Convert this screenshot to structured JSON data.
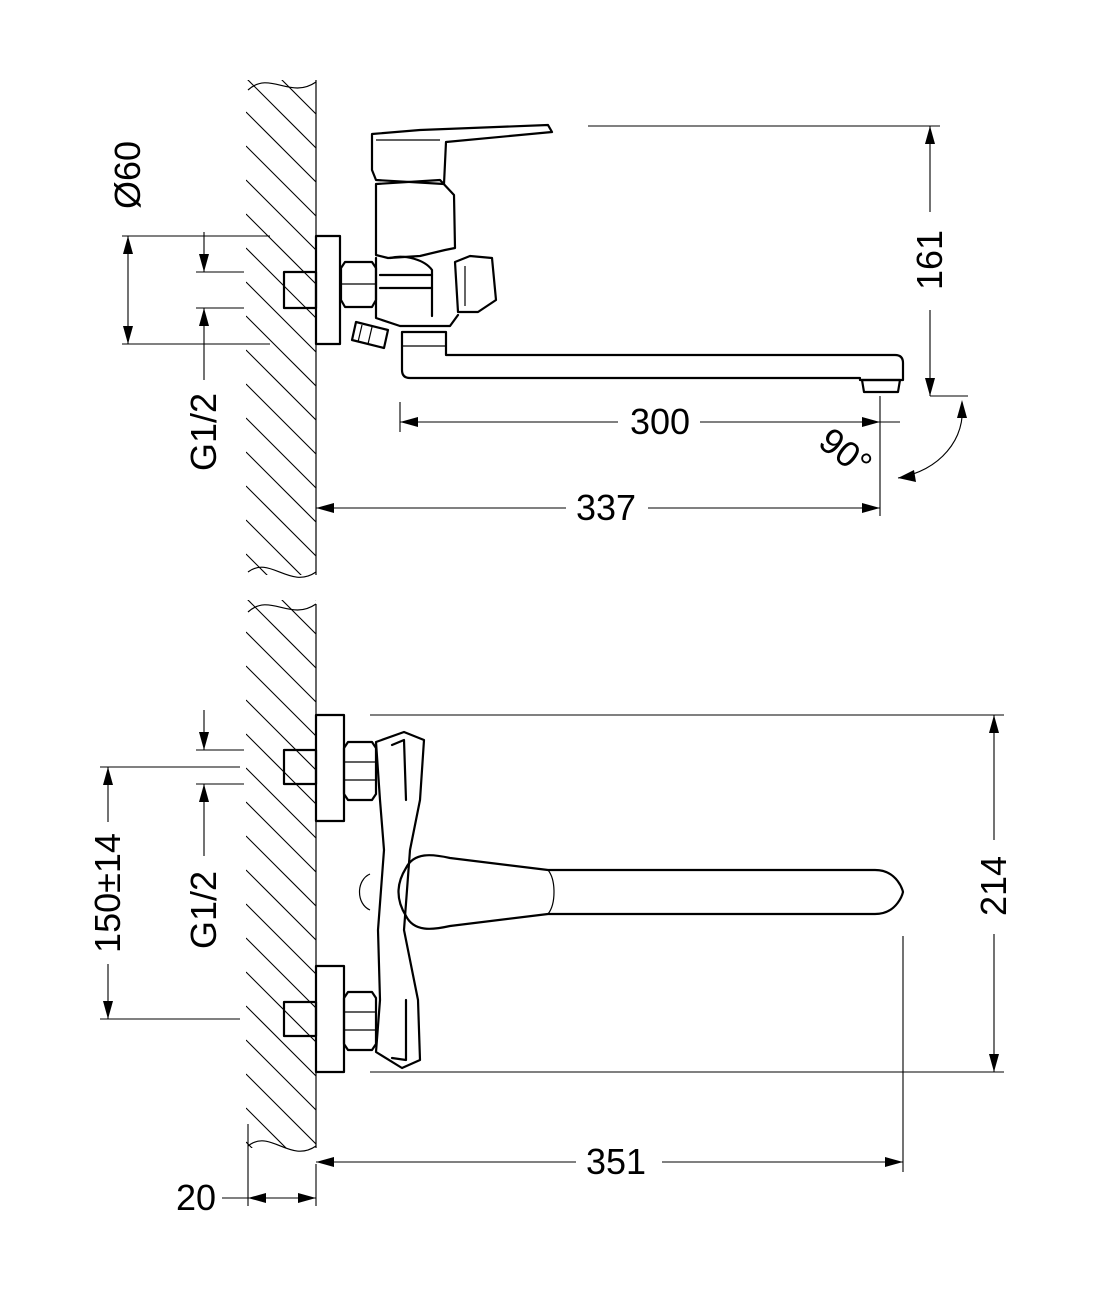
{
  "top_view": {
    "dimensions": {
      "diameter": "Ø60",
      "thread": "G1/2",
      "height": "161",
      "spout_reach": "300",
      "total_reach": "337",
      "swivel_angle": "90°"
    }
  },
  "front_view": {
    "dimensions": {
      "center_distance": "150±14",
      "thread": "G1/2",
      "height": "214",
      "total_reach": "351",
      "wall_offset": "20"
    }
  }
}
